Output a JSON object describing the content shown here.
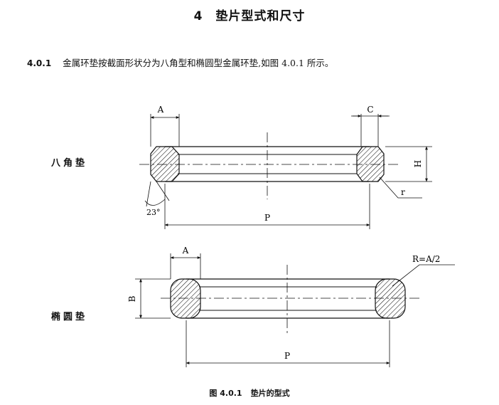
{
  "section": {
    "number": "4",
    "title": "垫片型式和尺寸"
  },
  "clause": {
    "number": "4.0.1",
    "text": "金属环垫按截面形状分为八角型和椭圆型金属环垫,如图 4.0.1 所示。"
  },
  "figure": {
    "octagonal": {
      "label": "八角垫",
      "dim_A": "A",
      "dim_C": "C",
      "dim_H": "H",
      "dim_r": "r",
      "dim_P": "P",
      "angle": "23°"
    },
    "oval": {
      "label": "椭圆垫",
      "dim_A": "A",
      "dim_B": "B",
      "dim_P": "P",
      "radius_note": "R=A/2"
    },
    "caption_number": "图 4.0.1",
    "caption_text": "垫片的型式"
  }
}
